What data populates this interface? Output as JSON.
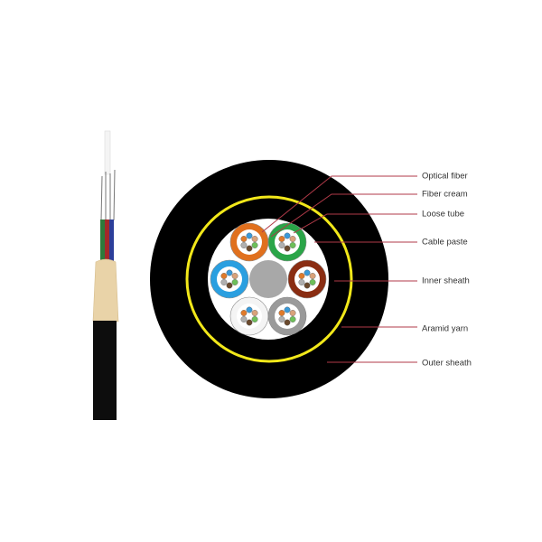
{
  "labels": {
    "optical_fiber": "Optical fiber",
    "fiber_cream": "Fiber cream",
    "loose_tube": "Loose tube",
    "cable_paste": "Cable paste",
    "inner_sheath": "Inner sheath",
    "aramid_yarn": "Aramid yarn",
    "outer_sheath": "Outer sheath"
  },
  "colors": {
    "outer_sheath": "#000000",
    "aramid_ring": "#f2e81a",
    "leader_line": "#b03a48",
    "tubes": [
      "#e0701e",
      "#2aa548",
      "#2a9fe0",
      "#8a2d12",
      "#f4f4f4",
      "#9a9a9a"
    ],
    "central_member": "#a8a8a8",
    "yarn": "#e9d3a8"
  }
}
